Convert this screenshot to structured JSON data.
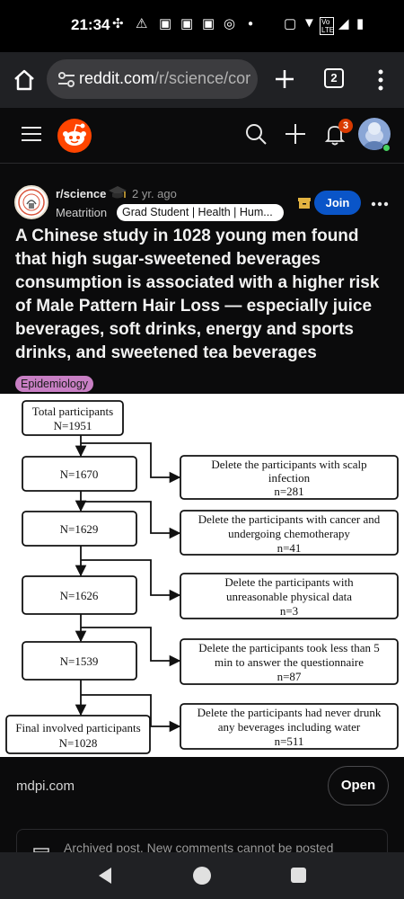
{
  "status_bar": {
    "time": "21:34",
    "left_icons": [
      "fan-icon",
      "warning-icon",
      "notification-icon",
      "notification-icon",
      "notification-icon",
      "chrome-icon",
      "dot-icon"
    ],
    "right_icons": [
      "nfc-icon",
      "wifi-icon",
      "volte-icon",
      "signal-icon",
      "battery-icon"
    ],
    "volte_label": "Vo LTE"
  },
  "browser": {
    "url_host": "reddit.com",
    "url_path": "/r/science/cor",
    "tab_count": "2"
  },
  "reddit_header": {
    "notification_count": "3",
    "icons": [
      "menu-icon",
      "reddit-logo-icon",
      "search-icon",
      "plus-icon",
      "bell-icon",
      "user-avatar"
    ]
  },
  "post": {
    "subreddit": "r/science",
    "age": "2 yr. ago",
    "author": "Meatrition",
    "author_flair": "Grad Student | Health | Hum...",
    "join_label": "Join",
    "title": "A Chinese study in 1028 young men found that high sugar-sweetened beverages consumption is associated with a higher risk of Male Pattern Hair Loss — especially juice beverages, soft drinks, energy and sports drinks, and sweetened tea beverages",
    "flair": "Epidemiology",
    "link_domain": "mdpi.com",
    "open_label": "Open",
    "archived_notice": "Archived post. New comments cannot be posted"
  },
  "flowchart": {
    "nodes": {
      "total": [
        "Total participants",
        "N=1951"
      ],
      "n1": [
        "N=1670"
      ],
      "n2": [
        "N=1629"
      ],
      "n3": [
        "N=1626"
      ],
      "n4": [
        "N=1539"
      ],
      "final": [
        "Final involved participants",
        "N=1028"
      ],
      "d1": [
        "Delete the participants with scalp",
        "infection",
        "n=281"
      ],
      "d2": [
        "Delete the participants with cancer and",
        "undergoing chemotherapy",
        "n=41"
      ],
      "d3": [
        "Delete the participants with",
        "unreasonable physical data",
        "n=3"
      ],
      "d4": [
        "Delete the participants took less than 5",
        "min to answer the questionnaire",
        "n=87"
      ],
      "d5": [
        "Delete the participants had never drunk",
        "any beverages including water",
        "n=511"
      ]
    }
  },
  "colors": {
    "join": "#0a55c8",
    "flair": "#c87fc4",
    "badge": "#d93a00",
    "background": "#0b0b0c"
  }
}
